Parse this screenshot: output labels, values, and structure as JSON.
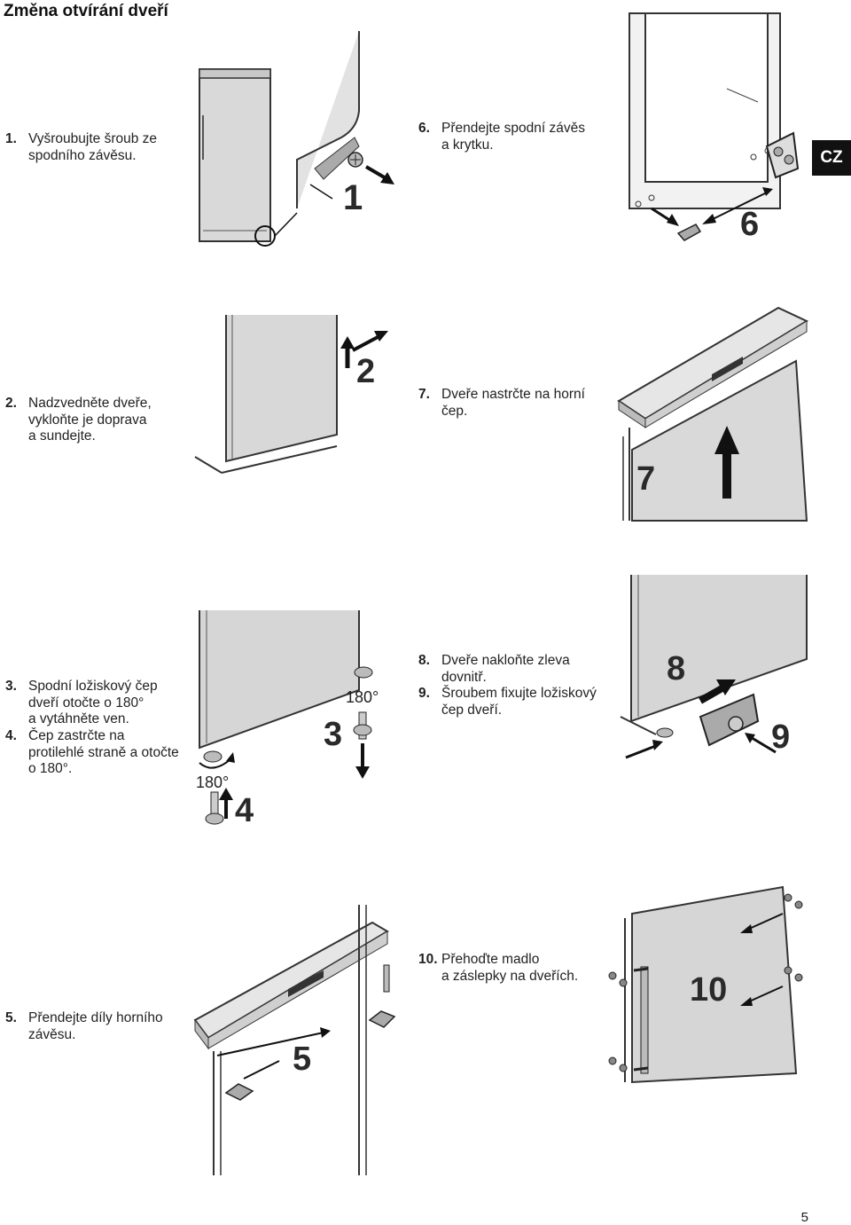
{
  "page": {
    "title": "Změna otvírání dveří",
    "language_badge": "CZ",
    "page_number": "5"
  },
  "steps": [
    {
      "num": "1.",
      "lines": [
        "Vyšroubujte šroub ze",
        "spodního závěsu."
      ]
    },
    {
      "num": "2.",
      "lines": [
        "Nadzvedněte dveře,",
        "vykloňte je doprava",
        "a sundejte."
      ]
    },
    {
      "num": "3.",
      "lines": [
        "Spodní ložiskový čep",
        "dveří otočte o 180°",
        "a vytáhněte ven."
      ]
    },
    {
      "num": "4.",
      "lines": [
        "Čep zastrčte na",
        "protilehlé straně a otočte",
        "o 180°."
      ]
    },
    {
      "num": "5.",
      "lines": [
        "Přendejte díly horního",
        "závěsu."
      ]
    },
    {
      "num": "6.",
      "lines": [
        "Přendejte spodní závěs",
        "a krytku."
      ]
    },
    {
      "num": "7.",
      "lines": [
        "Dveře nastrčte na horní",
        "čep."
      ]
    },
    {
      "num": "8.",
      "lines": [
        "Dveře nakloňte zleva",
        "dovnitř."
      ]
    },
    {
      "num": "9.",
      "lines": [
        "Šroubem fixujte ložiskový",
        "čep dveří."
      ]
    },
    {
      "num": "10.",
      "lines": [
        "Přehoďte madlo",
        "a záslepky na dveřích."
      ]
    }
  ],
  "figure_labels": {
    "f1": "1",
    "f2": "2",
    "f3": "3",
    "f4": "4",
    "f5": "5",
    "f6": "6",
    "f7": "7",
    "f8": "8",
    "f9": "9",
    "f10": "10",
    "deg_a": "180°",
    "deg_b": "180°"
  }
}
